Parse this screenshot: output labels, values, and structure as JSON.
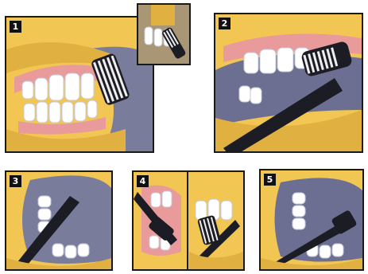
{
  "panels": [
    {
      "number": "1"
    },
    {
      "number": "2"
    },
    {
      "number": "3"
    },
    {
      "number": "4"
    },
    {
      "number": "5"
    }
  ],
  "colors": {
    "lip": "#f1c653",
    "lip_shadow": "#c99a2c",
    "gum": "#e9a0a0",
    "tooth": "#ffffff",
    "tooth_shadow": "#cfd6e6",
    "mouth_dark": "#6b6d8a",
    "toothbrush": "#1c1c24",
    "bristle": "#e6e6e6",
    "frame": "#1a1a1a"
  },
  "icons": [
    "toothbrush-icon",
    "teeth-icon",
    "lips-icon"
  ]
}
